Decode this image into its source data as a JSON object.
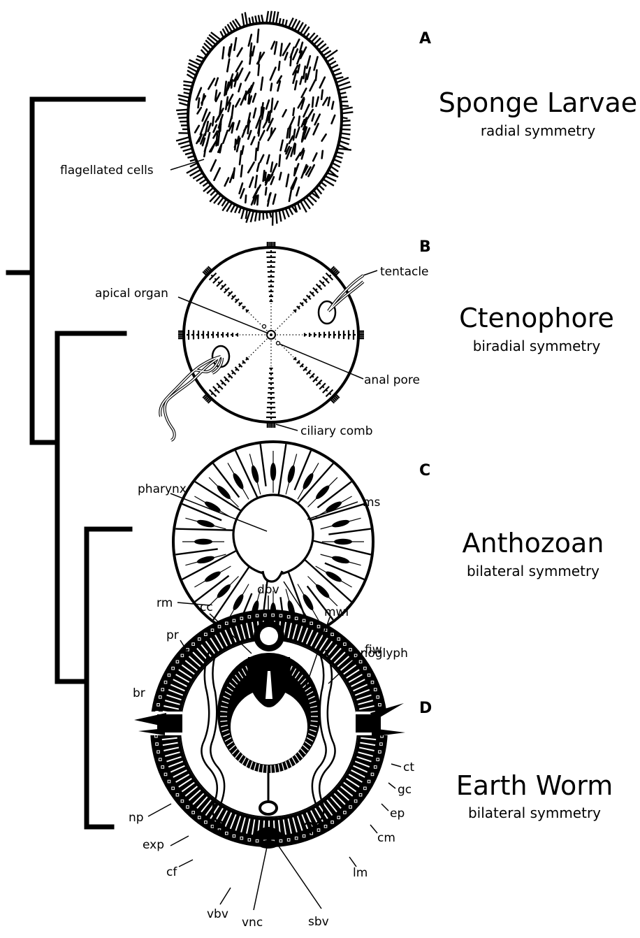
{
  "panels": [
    {
      "letter": "A",
      "title": "Sponge Larvae",
      "symmetry": "radial symmetry",
      "labels": [
        "flagellated cells"
      ]
    },
    {
      "letter": "B",
      "title": "Ctenophore",
      "symmetry": "biradial symmetry",
      "labels": [
        "tentacle",
        "apical organ",
        "anal pore",
        "ciliary comb"
      ]
    },
    {
      "letter": "C",
      "title": "Anthozoan",
      "symmetry": "bilateral symmetry",
      "labels": [
        "pharynx",
        "ms",
        "rm",
        "siphonoglyph"
      ]
    },
    {
      "letter": "D",
      "title": "Earth Worm",
      "symmetry": "bilateral symmetry",
      "labels": [
        "dbv",
        "cc",
        "mwi",
        "pr",
        "fiw",
        "br",
        "ct",
        "gc",
        "ep",
        "cm",
        "np",
        "exp",
        "cf",
        "lm",
        "vbv",
        "vnc",
        "sbv"
      ]
    }
  ],
  "colors": {
    "ink": "#000000",
    "background": "#ffffff"
  }
}
